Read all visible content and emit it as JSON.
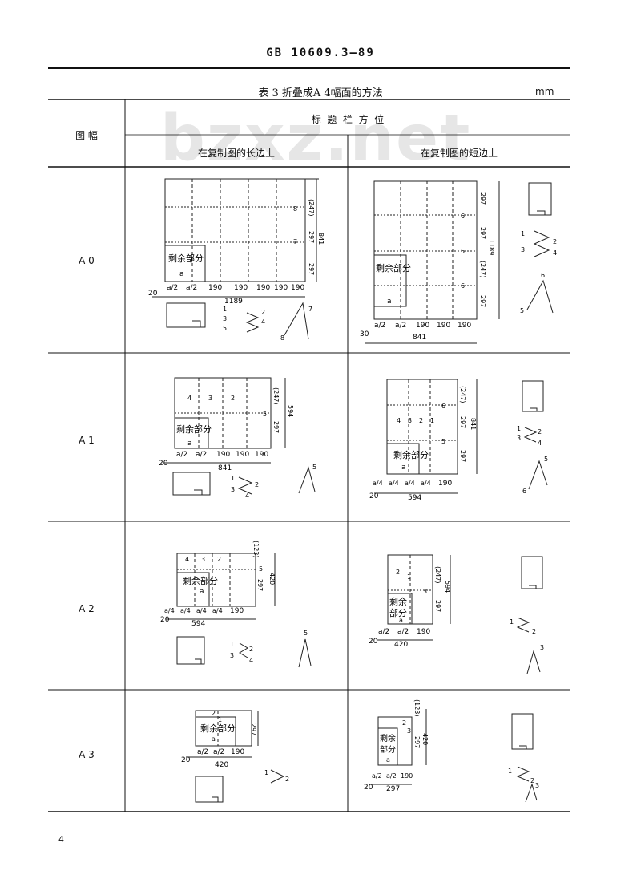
{
  "header": {
    "standard_code": "GB 10609.3—89"
  },
  "table": {
    "caption": "表 3  折叠成A 4幅面的方法",
    "unit": "mm",
    "col_header": {
      "sheet_size": "图 幅",
      "title_block_position": "标  题  栏  方  位",
      "long_edge": "在复制图的长边上",
      "short_edge": "在复制图的短边上"
    },
    "rows": [
      {
        "label": "A 0"
      },
      {
        "label": "A 1"
      },
      {
        "label": "A 2"
      },
      {
        "label": "A 3"
      }
    ]
  },
  "diagram_text": {
    "remainder": "剩余部分",
    "remainder_a": "剩余",
    "remainder_b": "部分",
    "a": "a",
    "a2": "a/2",
    "a4": "a/4",
    "d190": "190",
    "d297": "297",
    "d247": "(247)",
    "d123": "(123)",
    "d20": "20",
    "d30": "30",
    "d1189": "1189",
    "d841": "841",
    "d594": "594",
    "d420": "420",
    "n1": "1",
    "n2": "2",
    "n3": "3",
    "n4": "4",
    "n5": "5",
    "n6": "6",
    "n7": "7",
    "n8": "8"
  },
  "watermark": "bzxz.net",
  "page_number": "4"
}
